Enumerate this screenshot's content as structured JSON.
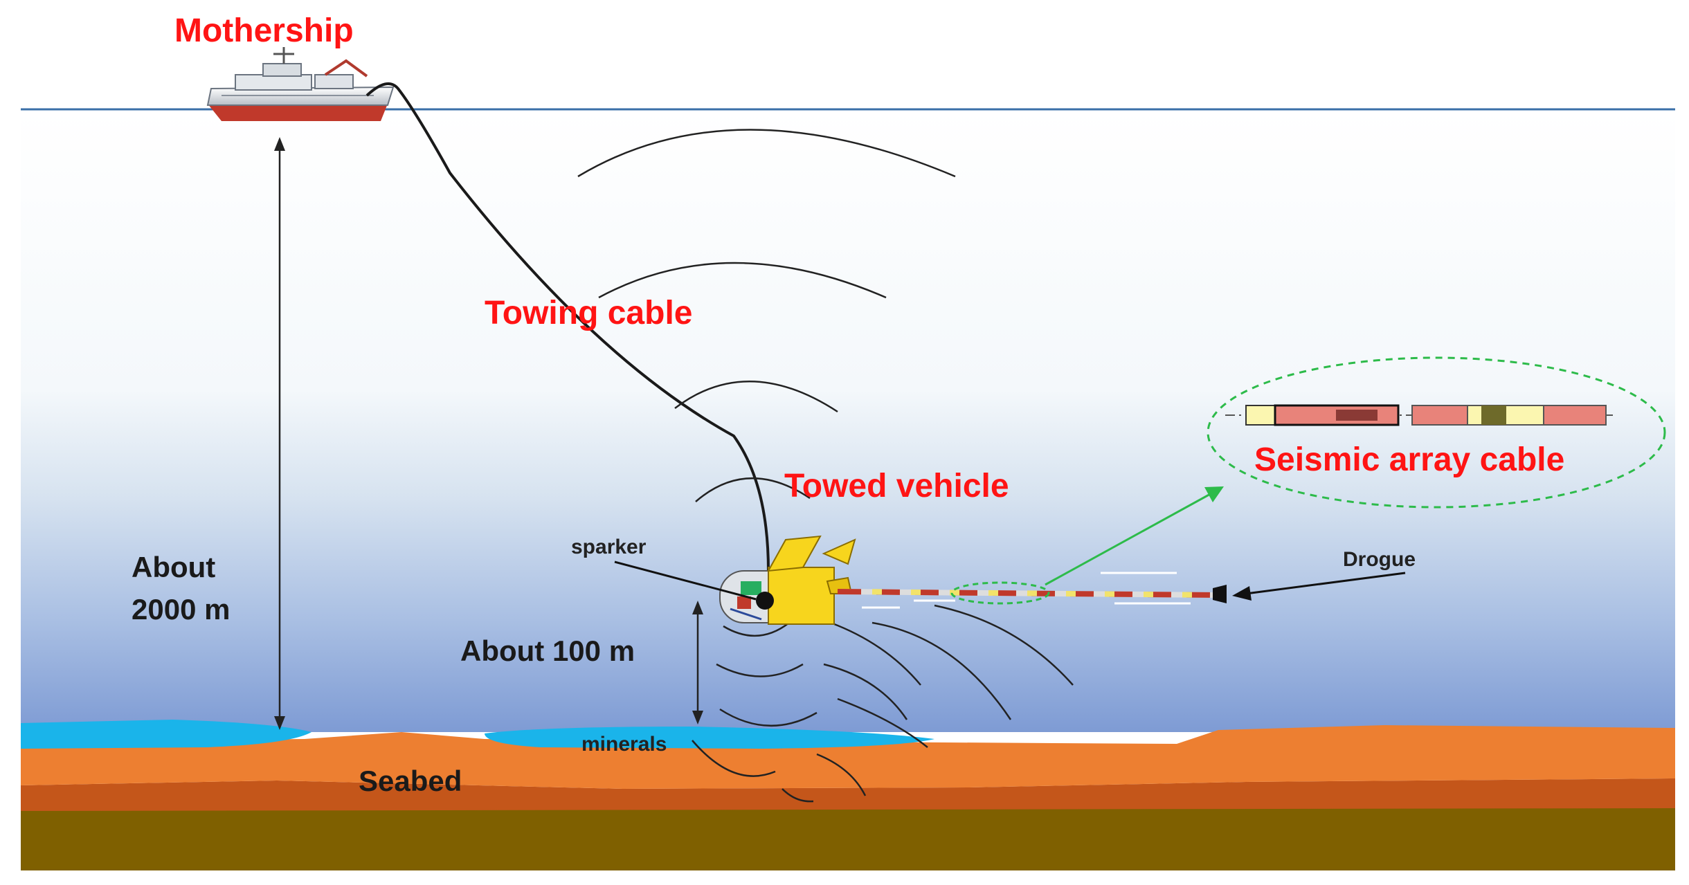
{
  "labels": {
    "mothership": "Mothership",
    "towing_cable": "Towing cable",
    "towed_vehicle": "Towed vehicle",
    "seismic_array_cable": "Seismic array cable",
    "sparker": "sparker",
    "drogue": "Drogue",
    "depth_total_line1": "About",
    "depth_total_line2": "2000 m",
    "depth_altitude": "About 100 m",
    "minerals": "minerals",
    "seabed": "Seabed"
  },
  "colors": {
    "title_red": "#ff1414",
    "water_top": "#ffffff",
    "water_bottom": "#7e9bd4",
    "mineral_blue": "#1ab4ea",
    "seabed_orange": "#ed7f31",
    "seabed_dark_orange": "#c4561a",
    "sediment_olive": "#7f6000",
    "array_ellipse_green": "#2dbb4a",
    "vehicle_yellow": "#f7d51d"
  }
}
